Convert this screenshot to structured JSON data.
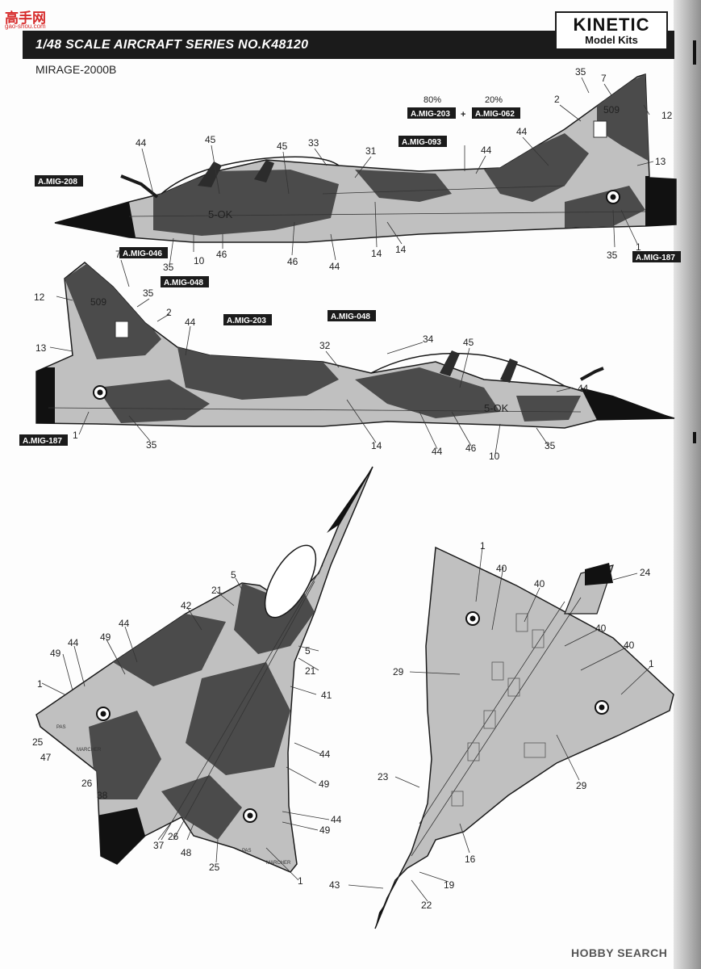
{
  "watermark_top": "高手网",
  "watermark_top_url": "gao-shou.com",
  "header": {
    "banner": "1/48 SCALE  AIRCRAFT  SERIES NO.K48120",
    "logo_name": "KINETIC",
    "logo_sub": "Model Kits",
    "model": "MIRAGE-2000B"
  },
  "footer_watermark": "HOBBY SEARCH",
  "colors": {
    "dark_camo": "#4b4b4b",
    "light_camo": "#c0c0c0",
    "ink": "#1a1a1a",
    "paint_box": "#1b1b1b",
    "watermark_red": "#d62a2a"
  },
  "paint_mix": {
    "p1": "80%",
    "p2": "20%",
    "plus": "+"
  },
  "paints": {
    "p_208": "A.MIG-208",
    "p_046": "A.MIG-046",
    "p_048_left": "A.MIG-048",
    "p_203_top": "A.MIG-203",
    "p_062": "A.MIG-062",
    "p_093": "A.MIG-093",
    "p_187_right": "A.MIG-187",
    "p_203_mid": "A.MIG-203",
    "p_048_mid": "A.MIG-048",
    "p_187_left": "A.MIG-187"
  },
  "fuselage_codes": {
    "side1_code": "5-OK",
    "side1_tail": "509",
    "side2_code": "5-OK",
    "side2_tail": "509"
  },
  "wing_text": {
    "w1": "PAS",
    "w2": "MARCHER",
    "w3": "PAS",
    "w4": "MARCHER"
  },
  "callouts": {
    "c44_a": "44",
    "c45_a": "45",
    "c45_b": "45",
    "c33": "33",
    "c31": "31",
    "c35_a": "35",
    "c7_a": "7",
    "c2_a": "2",
    "c12_a": "12",
    "c44_b": "44",
    "c44_c": "44",
    "c13_a": "13",
    "c35_b": "35",
    "c1_a": "1",
    "c35_c": "35",
    "c10_a": "10",
    "c46_a": "46",
    "c46_b": "46",
    "c44_d": "44",
    "c14_a": "14",
    "c14_b": "14",
    "c7_b": "7",
    "c35_d": "35",
    "c12_b": "12",
    "c2_b": "2",
    "c44_e": "44",
    "c13_b": "13",
    "c32": "32",
    "c34": "34",
    "c45_c": "45",
    "c44_f": "44",
    "c1_b": "1",
    "c35_e": "35",
    "c14_c": "14",
    "c44_g": "44",
    "c46_c": "46",
    "c10_b": "10",
    "c35_f": "35",
    "c5_a": "5",
    "c21_a": "21",
    "c42": "42",
    "c44_h": "44",
    "c49_a": "49",
    "c44_i": "44",
    "c49_b": "49",
    "c5_b": "5",
    "c21_b": "21",
    "c41": "41",
    "c1_c": "1",
    "c25_a": "25",
    "c47": "47",
    "c26_a": "26",
    "c38": "38",
    "c44_j": "44",
    "c49_c": "49",
    "c44_k": "44",
    "c49_d": "49",
    "c37": "37",
    "c26_b": "26",
    "c48": "48",
    "c25_b": "25",
    "c1_d": "1",
    "c1_e": "1",
    "c40_a": "40",
    "c40_b": "40",
    "c24": "24",
    "c40_c": "40",
    "c40_d": "40",
    "c1_f": "1",
    "c29_a": "29",
    "c29_b": "29",
    "c23": "23",
    "c16": "16",
    "c19": "19",
    "c43": "43",
    "c22": "22"
  }
}
